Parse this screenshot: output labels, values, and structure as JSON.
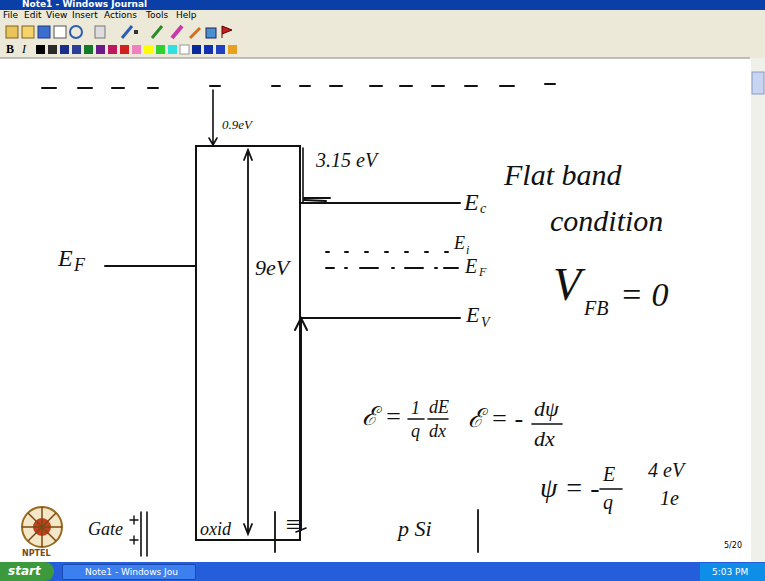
{
  "diagram": {
    "nodes": [
      {
        "text": [
          "9eV"
        ]
      },
      {
        "text": [
          "start"
        ]
      },
      {
        "text": [
          "Note1 - Windows Jou"
        ]
      }
    ],
    "labels": [
      "Note1 - Windows Journal",
      "File",
      "Edit",
      "View",
      "Insert",
      "Actions",
      "Tools",
      "Help",
      "B",
      "I",
      "0.9eV",
      "3.15 eV",
      "E",
      "c",
      "Flat band",
      "condition",
      "E",
      "i",
      "E",
      "F",
      "E",
      "F",
      "E",
      "V",
      "V",
      "FB",
      "= 0",
      "ℰ =",
      "1",
      "q",
      "dE",
      "dx",
      "ℰ = -",
      "dψ",
      "dx",
      "ψ = -",
      "E",
      "q",
      "4 eV",
      "1e",
      "Gate",
      "oxid",
      "≡",
      "p Si",
      "NPTEL",
      "5/20",
      "5:03 PM"
    ]
  }
}
